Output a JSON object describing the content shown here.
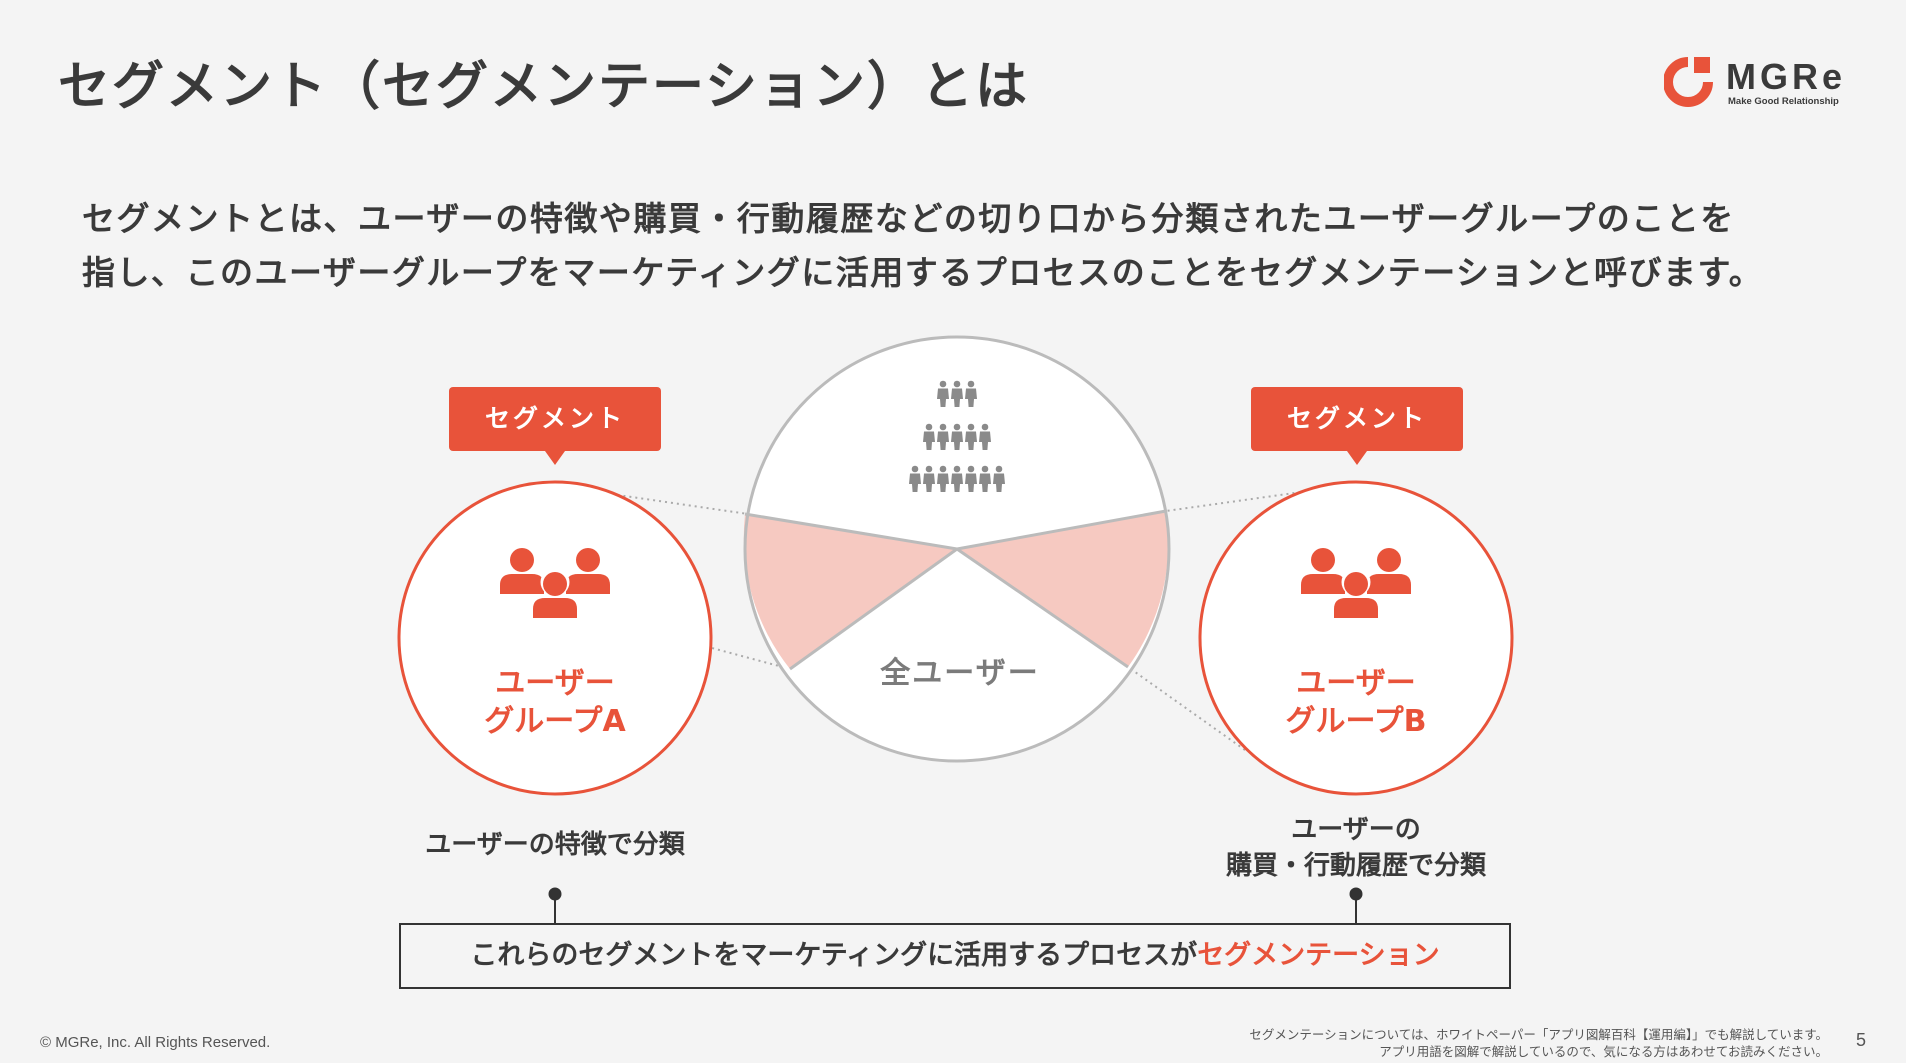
{
  "title": "セグメント（セグメンテーション）とは",
  "logo": {
    "name": "MGRe",
    "tagline": "Make Good Relationship",
    "color": "#e8533a"
  },
  "intro": {
    "line1": "セグメントとは、ユーザーの特徴や購買・行動履歴などの切り口から分類されたユーザーグループのことを",
    "line2": "指し、このユーザーグループをマーケティングに活用するプロセスのことをセグメンテーションと呼びます。"
  },
  "diagram": {
    "center_label": "全ユーザー",
    "callout_a": "セグメント",
    "callout_b": "セグメント",
    "group_a": {
      "line1": "ユーザー",
      "line2": "グループA",
      "desc": "ユーザーの特徴で分類"
    },
    "group_b": {
      "line1": "ユーザー",
      "line2": "グループB",
      "desc1": "ユーザーの",
      "desc2": "購買・行動履歴で分類"
    },
    "icons": {
      "center": "crowd-icon",
      "group": "users-group-icon"
    }
  },
  "summary": {
    "text": "これらのセグメントをマーケティングに活用するプロセスが",
    "highlight": "セグメンテーション"
  },
  "footer": {
    "copyright": "© MGRe, Inc. All Rights Reserved.",
    "note1": "セグメンテーションについては、ホワイトペーパー「アプリ図解百科【運用編】」でも解説しています。",
    "note2": "アプリ用語を図解で解説しているので、気になる方はあわせてお読みください。",
    "page": "5"
  },
  "colors": {
    "accent": "#e8533a",
    "wedge": "#f6c9c1",
    "text": "#333333",
    "icon_gray": "#8a8a8a",
    "background": "#f4f4f4"
  }
}
